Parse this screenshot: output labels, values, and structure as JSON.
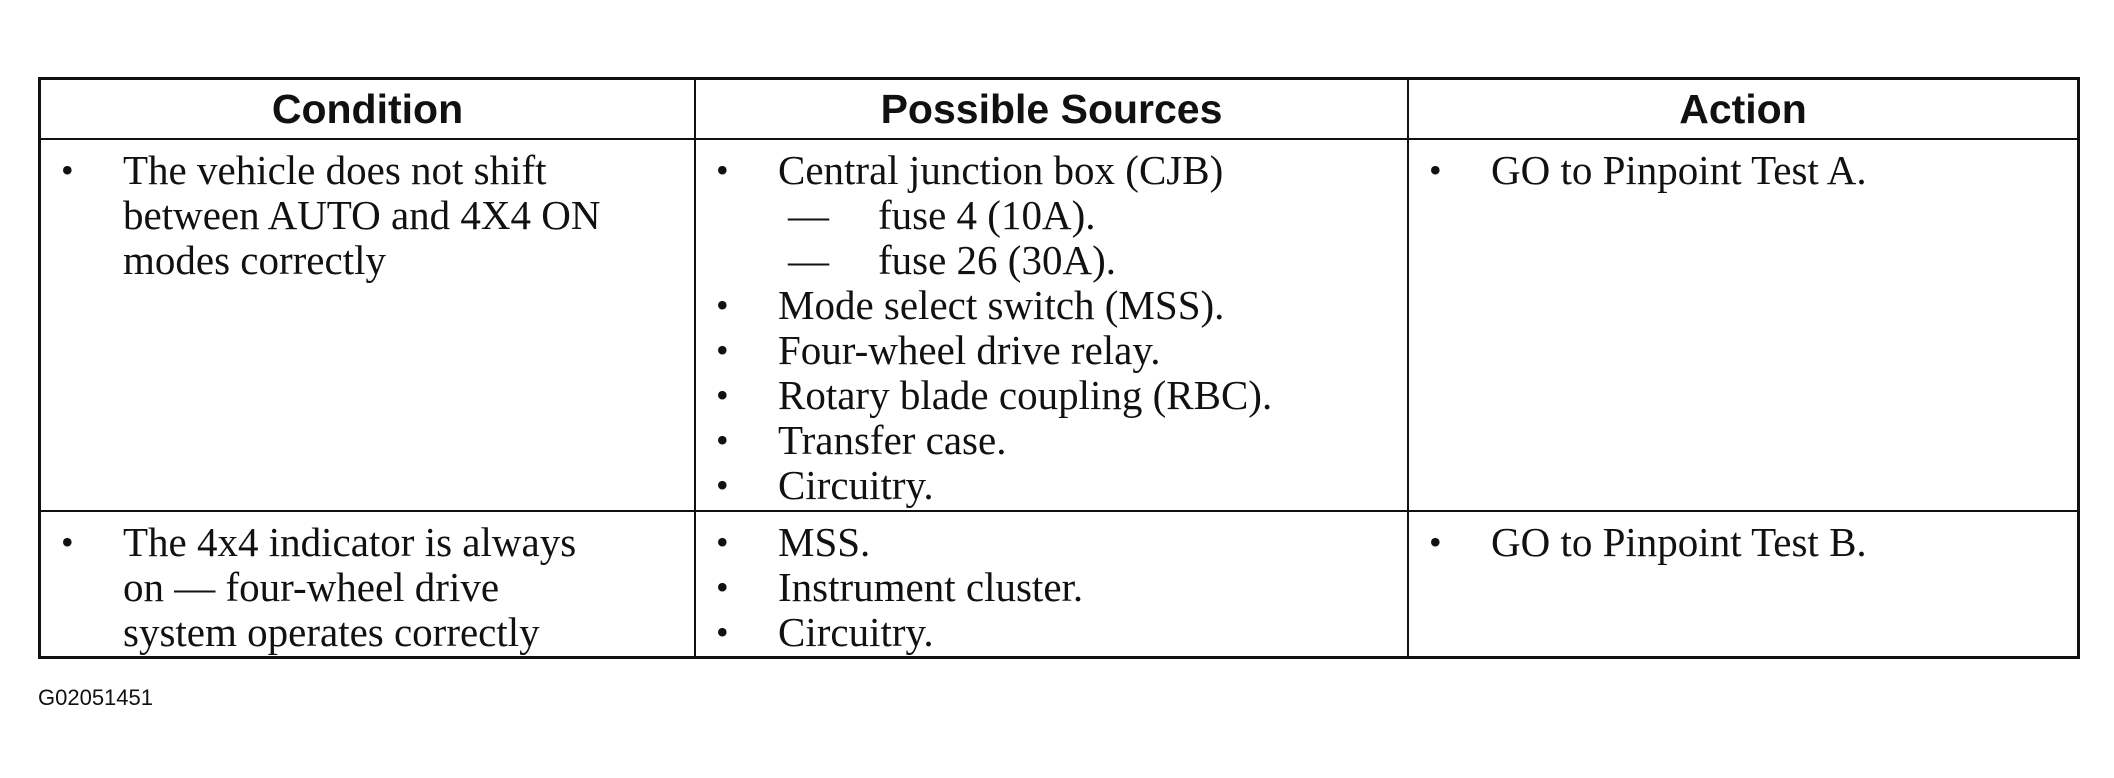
{
  "table": {
    "headers": {
      "condition": "Condition",
      "sources": "Possible Sources",
      "action": "Action"
    },
    "rows": [
      {
        "condition": [
          "The vehicle does not shift",
          "between AUTO and 4X4 ON",
          "modes correctly"
        ],
        "sources": [
          {
            "type": "bullet",
            "text": "Central junction box (CJB)"
          },
          {
            "type": "dash",
            "text": "fuse 4 (10A)."
          },
          {
            "type": "dash",
            "text": "fuse 26 (30A)."
          },
          {
            "type": "bullet",
            "text": "Mode select switch (MSS)."
          },
          {
            "type": "bullet",
            "text": "Four-wheel drive relay."
          },
          {
            "type": "bullet",
            "text": "Rotary blade coupling (RBC)."
          },
          {
            "type": "bullet",
            "text": "Transfer case."
          },
          {
            "type": "bullet",
            "text": "Circuitry."
          }
        ],
        "action": "GO to Pinpoint Test A."
      },
      {
        "condition": [
          "The 4x4 indicator is always",
          "on — four-wheel drive",
          "system operates correctly"
        ],
        "sources": [
          {
            "type": "bullet",
            "text": "MSS."
          },
          {
            "type": "bullet",
            "text": "Instrument cluster."
          },
          {
            "type": "bullet",
            "text": "Circuitry."
          }
        ],
        "action": "GO to Pinpoint Test B."
      }
    ]
  },
  "dash_glyph": "—",
  "figure_id": "G02051451"
}
